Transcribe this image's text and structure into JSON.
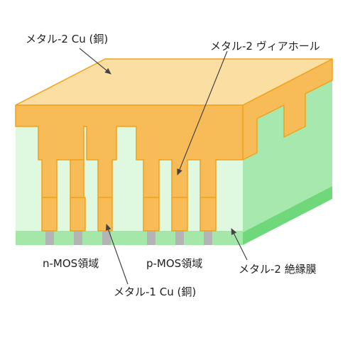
{
  "labels": {
    "metal2_cu": "メタル-2 Cu (銅)",
    "metal2_via": "メタル-2 ヴィアホール",
    "nmos_region": "n-MOS領域",
    "pmos_region": "p-MOS領域",
    "metal2_insulator": "メタル-2 絶縁膜",
    "metal1_cu": "メタル-1 Cu (銅)"
  },
  "colors": {
    "metal_top": "#fbdfa2",
    "metal_front": "#f7bc58",
    "metal_outline": "#f0a21c",
    "insulator_front": "#dff8e0",
    "insulator_side": "#a6e8ad",
    "substrate_front": "#a4e7a8",
    "substrate_side": "#6fd87a",
    "contact": "#b4b4b4",
    "leader_line": "#444444"
  }
}
